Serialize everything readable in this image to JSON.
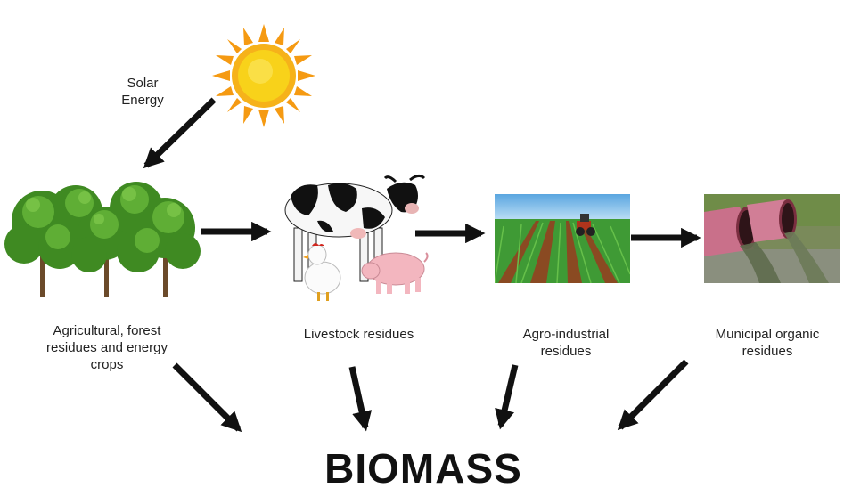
{
  "diagram": {
    "solar_label": "Solar\nEnergy",
    "sources": [
      {
        "label": "Agricultural, forest\nresidues and energy\ncrops"
      },
      {
        "label": "Livestock residues"
      },
      {
        "label": "Agro-industrial\nresidues"
      },
      {
        "label": "Municipal organic\nresidues"
      }
    ],
    "result": "BIOMASS"
  },
  "colors": {
    "arrow": "#111111",
    "sun_core": "#f8d21a",
    "sun_rays": "#f59a12",
    "tree_foliage": "#4f9a2c",
    "field_green": "#3f9a35",
    "sky_blue": "#8cc3ea",
    "pipe_pink": "#c9708a"
  },
  "icons": {
    "sun": "sun-icon",
    "trees": "trees-icon",
    "livestock": "livestock-icon",
    "crop_field": "crop-field-icon",
    "waste_pipes": "waste-pipes-icon"
  }
}
